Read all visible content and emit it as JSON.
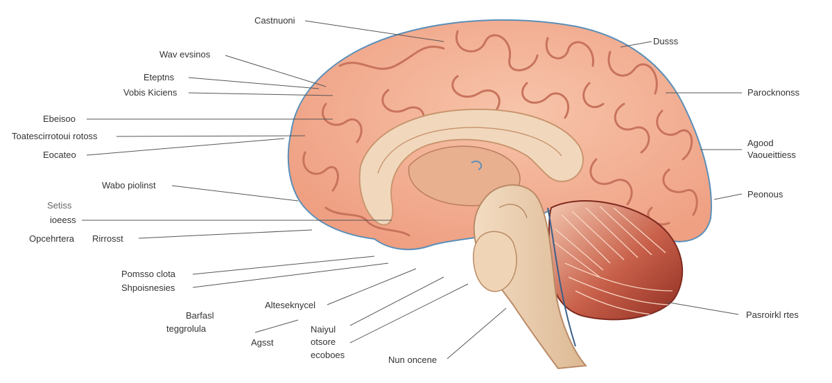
{
  "colors": {
    "cortex": "#f4b59a",
    "cortex_shade": "#e89a7e",
    "sulcus": "#c8735c",
    "outline_blue": "#5a8fb8",
    "callosum": "#f1d8bd",
    "callosum_edge": "#c9966f",
    "brainstem": "#ecd3b5",
    "brainstem_edge": "#b98a66",
    "cerebellum": "#b0412f",
    "cerebellum_light": "#f2c2aa",
    "leader": "#555555",
    "label_text": "#333333"
  },
  "labels": {
    "l1": "Castnuoni",
    "l2": "Wav evsinos",
    "l3": "Eteptns",
    "l4": "Vobis Kiciens",
    "l5": "Ebeisoo",
    "l6": "Toatescirrotoui rotoss",
    "l7": "Eocateo",
    "l8": "Wabo piolinst",
    "l9": "Setiss",
    "l10": "ioeess",
    "l11": "Opcehrtera",
    "l12": "Rirrosst",
    "l13": "Pomsso clota",
    "l14": "Shpoisnesies",
    "l15": "Alteseknycel",
    "l16": "Barfasl",
    "l17": "teggrolula",
    "l18": "Agsst",
    "l19": "Naiyul",
    "l20": "otsore",
    "l21": "ecoboes",
    "l22": "Nun oncene",
    "r1": "Dusss",
    "r2": "Parocknonss",
    "r3": "Agood",
    "r4": "Vaoueittiess",
    "r5": "Peonous",
    "r6": "Pasroirkl rtes"
  }
}
